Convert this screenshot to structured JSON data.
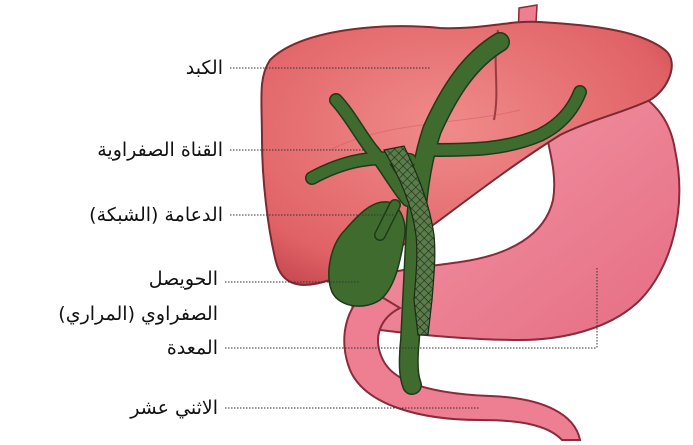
{
  "labels": {
    "liver": "الكبد",
    "bile_duct": "القناة الصفراوية",
    "stent": "الدعامة (الشبكة)",
    "gallbladder_line1": "الحويصل",
    "gallbladder_line2": "الصفراوي (المراري)",
    "stomach": "المعدة",
    "duodenum": "الاثني عشر"
  },
  "colors": {
    "liver": "#e8696b",
    "liver_outline": "#7a2a30",
    "bile_duct": "#3f6b2f",
    "bile_outline": "#1f3a18",
    "stomach": "#ee7e92",
    "stomach_outline": "#8a2a3a",
    "leader_line": "#333333",
    "text": "#111111"
  }
}
